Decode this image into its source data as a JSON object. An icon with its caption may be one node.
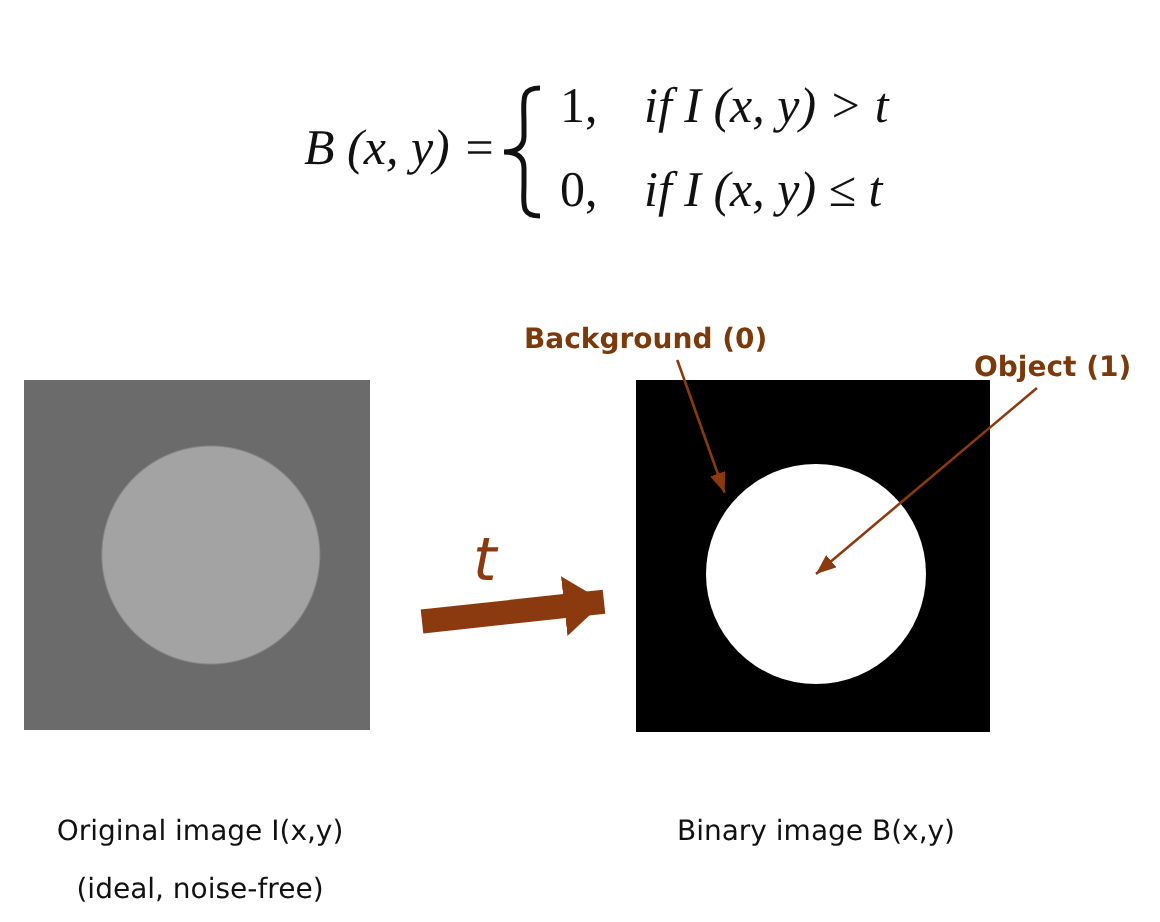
{
  "diagram": {
    "nodes": [
      {
        "text": [],
        "shape": "picture",
        "beside": [
          "Original image I(x,y)",
          "(ideal, noise-free)"
        ]
      },
      {
        "text": [],
        "shape": "picture",
        "beside": [
          "Binary image B(x,y)"
        ]
      },
      {
        "text": [],
        "shape": "circle",
        "in": 1
      },
      {
        "text": [
          "Background (0)"
        ]
      },
      {
        "text": [
          "Object (1)"
        ]
      }
    ],
    "edges": [
      {
        "from": 0,
        "to": 1,
        "arrow": "to",
        "label": "t",
        "style": "thick"
      },
      {
        "from": 3,
        "to": 1,
        "arrow": "to"
      },
      {
        "from": 4,
        "to": 2,
        "arrow": "to"
      }
    ],
    "labels": [
      "B (x, y) =",
      "1,",
      "if I (x, y) > t",
      "0,",
      "if I (x, y) ≤ t"
    ]
  }
}
